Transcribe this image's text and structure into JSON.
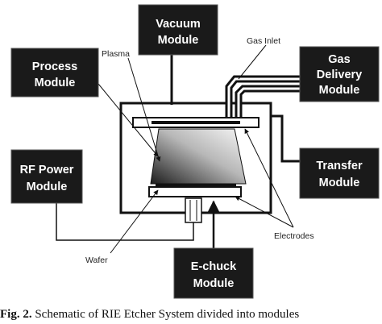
{
  "modules": {
    "vacuum": [
      "Vacuum",
      "Module"
    ],
    "process": [
      "Process",
      "Module"
    ],
    "gas_delivery": [
      "Gas",
      "Delivery",
      "Module"
    ],
    "rf_power": [
      "RF Power",
      "Module"
    ],
    "transfer": [
      "Transfer",
      "Module"
    ],
    "echuck": [
      "E-chuck",
      "Module"
    ]
  },
  "annotations": {
    "plasma": "Plasma",
    "gas_inlet": "Gas Inlet",
    "electrodes": "Electrodes",
    "wafer": "Wafer"
  },
  "caption": {
    "fig_label": "Fig. 2.",
    "text": " Schematic of RIE Etcher System divided into modules"
  },
  "colors": {
    "module_fill": "#1a1a1a",
    "module_text": "#ffffff",
    "line": "#111111",
    "plasma_light": "#f4f4f4",
    "plasma_dark": "#1e1e1e"
  }
}
